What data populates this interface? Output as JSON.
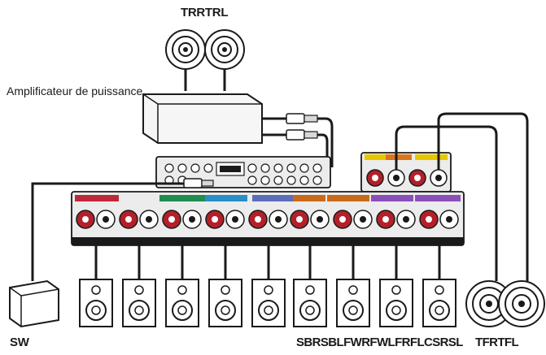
{
  "top_label": "TRRTRL",
  "amp_label": "Amplificateur de puissance",
  "bottom": {
    "sw": "SW",
    "speaker_labels": "SBRSBLFWRFWLFRFLCSRSL",
    "right_labels": "TFRTFL"
  },
  "colors": {
    "line": "#1a1a1a",
    "panel": "#ececec",
    "terminal_red": "#b3202a",
    "front_label": "#c0283a",
    "center_label": "#1e8d4f",
    "surround_label": "#5b6fb8",
    "surround_back_label": "#c96a1a",
    "front_wide_label": "#7a3ea0",
    "front_height_label": "#8a4fb8",
    "top_band_yellow": "#e8c600",
    "top_band_orange": "#d9761c",
    "top_band_purple": "#8a4fb8"
  },
  "icons": {
    "speaker_driver": "circle-cone",
    "round_speaker": "concentric-circles",
    "subwoofer": "box"
  }
}
